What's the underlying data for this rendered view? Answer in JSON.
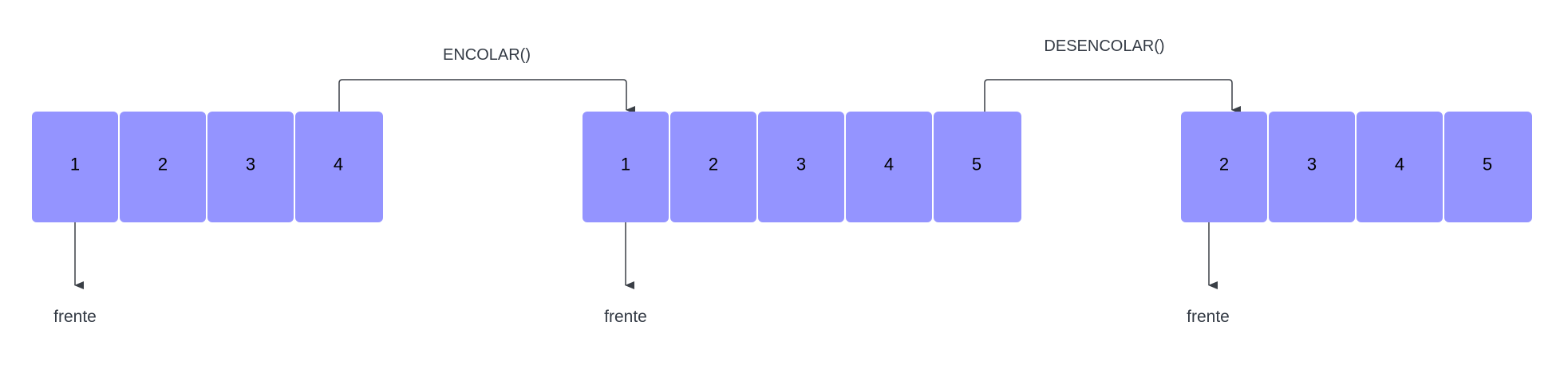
{
  "colors": {
    "cell_fill": "#9494ff",
    "line": "#3a3f46",
    "label_text": "#333a44"
  },
  "queues": [
    {
      "cells": [
        "1",
        "2",
        "3",
        "4"
      ],
      "front_label": "frente"
    },
    {
      "cells": [
        "1",
        "2",
        "3",
        "4",
        "5"
      ],
      "front_label": "frente"
    },
    {
      "cells": [
        "2",
        "3",
        "4",
        "5"
      ],
      "front_label": "frente"
    }
  ],
  "operations": [
    {
      "label": "ENCOLAR()"
    },
    {
      "label": "DESENCOLAR()"
    }
  ]
}
